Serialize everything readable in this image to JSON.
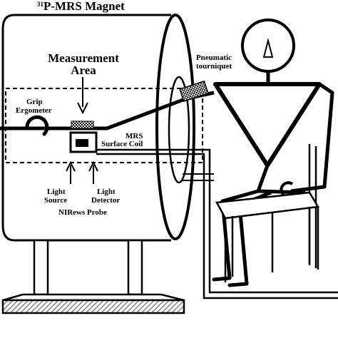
{
  "title": {
    "prefix": "31",
    "text": "P-MRS Magnet"
  },
  "labels": {
    "measurement_line1": "Measurement",
    "measurement_line2": "Area",
    "pneumatic_line1": "Pneumatic",
    "pneumatic_line2": "tourniquet",
    "grip_line1": "Grip",
    "grip_line2": "Ergometer",
    "coil_line1": "MRS",
    "coil_line2": "Surface Coil",
    "source_line1": "Light",
    "source_line2": "Source",
    "detector_line1": "Light",
    "detector_line2": "Detector",
    "probe": "NIRews Probe"
  },
  "colors": {
    "ink": "#000000",
    "paper": "#ffffff",
    "hatch": "#6e6e6e"
  }
}
